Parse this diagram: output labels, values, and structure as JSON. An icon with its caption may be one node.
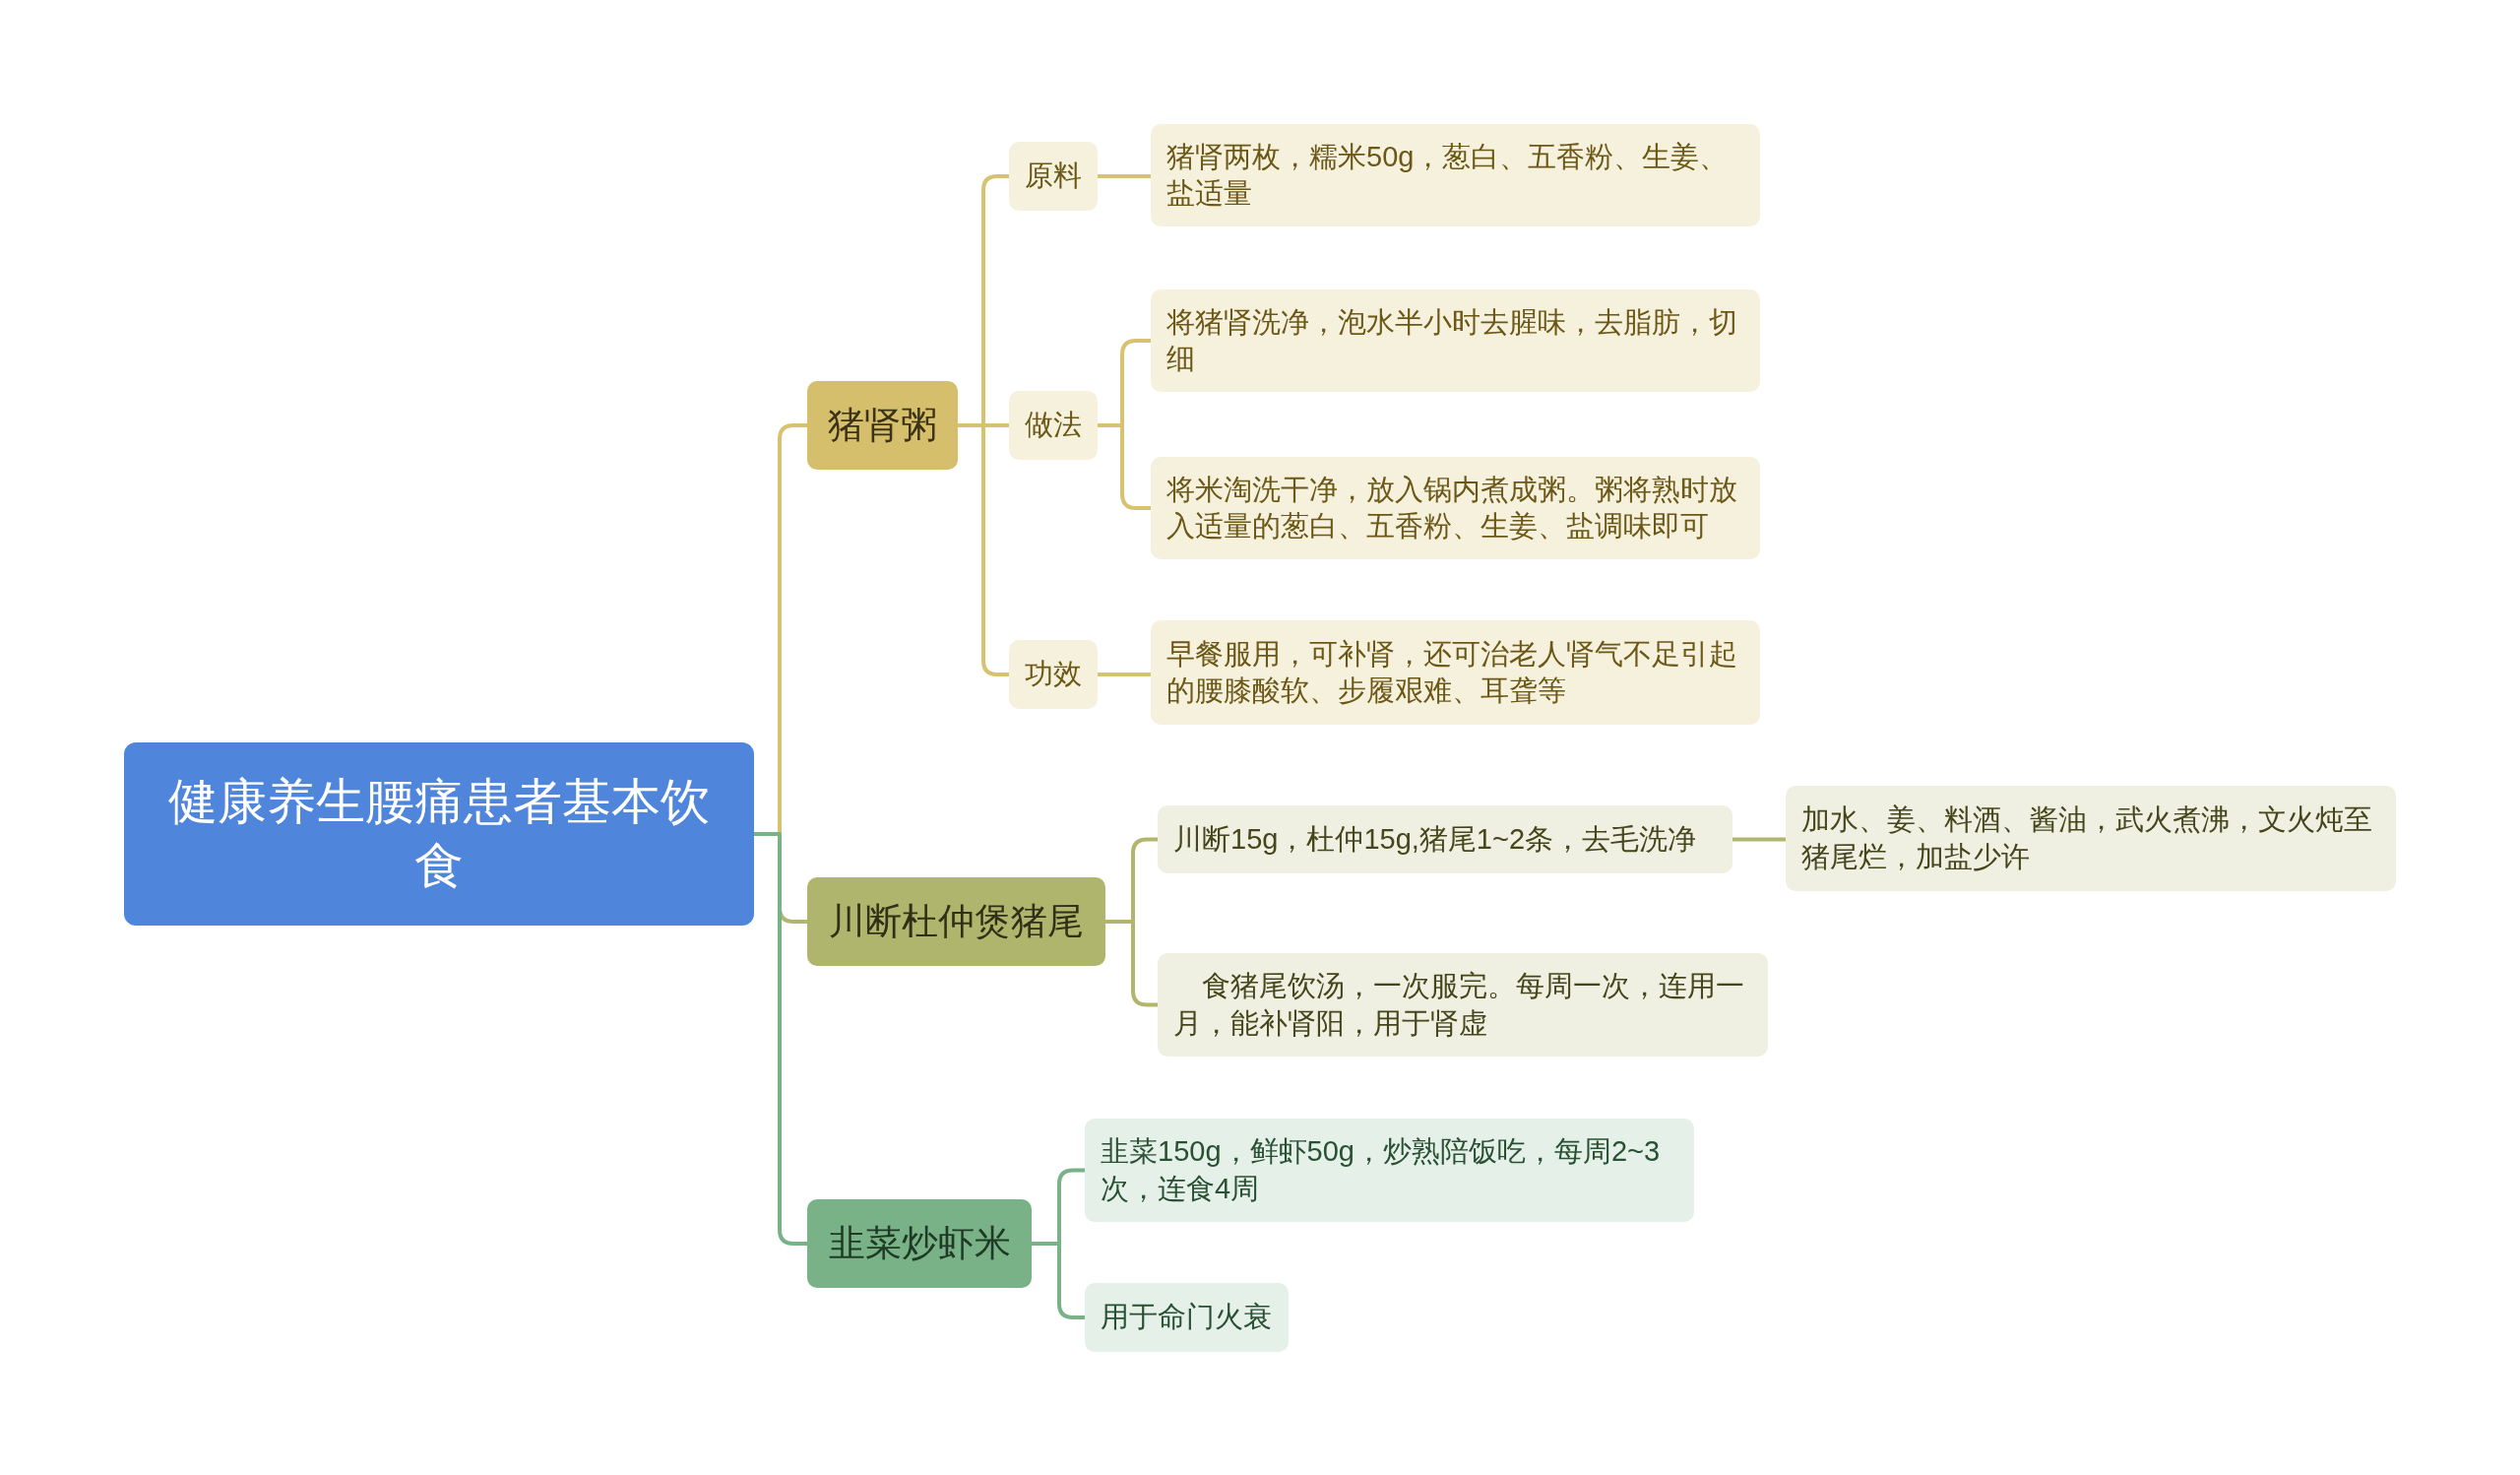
{
  "diagram": {
    "nodes": [
      {
        "text": [
          "健康养生腰痛患者基本饮食"
        ]
      },
      {
        "text": [
          "猪肾粥"
        ]
      },
      {
        "text": [
          "原料"
        ]
      },
      {
        "text": [
          "猪肾两枚，糯米50g，葱白、五香粉、生姜、盐适量"
        ]
      },
      {
        "text": [
          "做法"
        ]
      },
      {
        "text": [
          "将猪肾洗净，泡水半小时去腥味，去脂肪，切细"
        ]
      },
      {
        "text": [
          "将米淘洗干净，放入锅内煮成粥。粥将熟时放入适量的葱白、五香粉、生姜、盐调味即可"
        ]
      },
      {
        "text": [
          "功效"
        ]
      },
      {
        "text": [
          "早餐服用，可补肾，还可治老人肾气不足引起的腰膝酸软、步履艰难、耳聋等"
        ]
      },
      {
        "text": [
          "川断杜仲煲猪尾"
        ]
      },
      {
        "text": [
          "川断15g，杜仲15g,猪尾1~2条，去毛洗净"
        ]
      },
      {
        "text": [
          "加水、姜、料酒、酱油，武火煮沸，文火炖至猪尾烂，加盐少许"
        ]
      },
      {
        "text": [
          "食猪尾饮汤，一次服完。每周一次，连用一月，能补肾阳，用于肾虚"
        ]
      },
      {
        "text": [
          "韭菜炒虾米"
        ]
      },
      {
        "text": [
          "韭菜150g，鲜虾50g，炒熟陪饭吃，每周2~3次，连食4周"
        ]
      },
      {
        "text": [
          "用于命门火衰"
        ]
      }
    ],
    "edges": [
      {
        "from": 0,
        "to": 1,
        "arrow": "none"
      },
      {
        "from": 0,
        "to": 9,
        "arrow": "none",
        "color": "#b1b56d"
      },
      {
        "from": 0,
        "to": 13,
        "arrow": "none",
        "color": "#7ab287"
      },
      {
        "from": 1,
        "to": 2,
        "arrow": "none"
      },
      {
        "from": 1,
        "to": 4,
        "arrow": "none"
      },
      {
        "from": 1,
        "to": 7,
        "arrow": "none"
      },
      {
        "from": 2,
        "to": 3,
        "arrow": "none"
      },
      {
        "from": 4,
        "to": 5,
        "arrow": "none"
      },
      {
        "from": 4,
        "to": 6,
        "arrow": "none"
      },
      {
        "from": 7,
        "to": 8,
        "arrow": "none"
      },
      {
        "from": 9,
        "to": 10,
        "arrow": "none",
        "color": "#b1b56d"
      },
      {
        "from": 9,
        "to": 12,
        "arrow": "none",
        "color": "#b1b56d"
      },
      {
        "from": 10,
        "to": 11,
        "arrow": "none",
        "color": "#b1b56d"
      },
      {
        "from": 13,
        "to": 14,
        "arrow": "none",
        "color": "#7ab287"
      },
      {
        "from": 13,
        "to": 15,
        "arrow": "none",
        "color": "#7ab287"
      }
    ]
  }
}
